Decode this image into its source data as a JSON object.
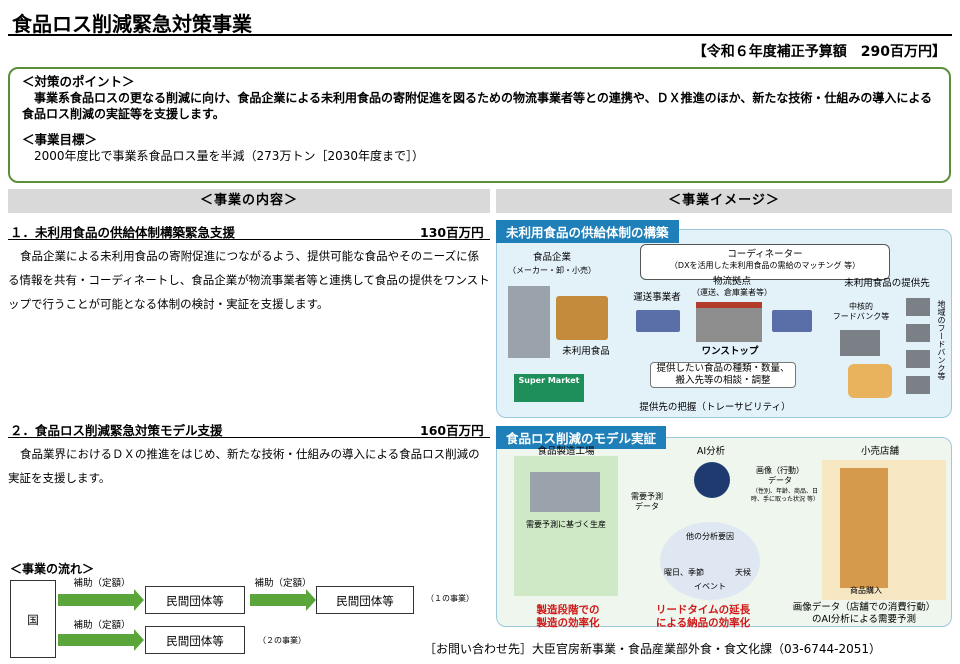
{
  "title": "食品ロス削減緊急対策事業",
  "budget": "【令和６年度補正予算額　290百万円】",
  "policy": {
    "point_heading": "＜対策のポイント＞",
    "point_body": "事業系食品ロスの更なる削減に向け、食品企業による未利用食品の寄附促進を図るための物流事業者等との連携や、ＤＸ推進のほか、新たな技術・仕組みの導入による食品ロス削減の実証等を支援します。",
    "goal_heading": "＜事業目標＞",
    "goal_body": "2000年度比で事業系食品ロス量を半減（273万トン［2030年度まで］）"
  },
  "left_head": "＜事業の内容＞",
  "right_head": "＜事業イメージ＞",
  "item1": {
    "title": "１．未利用食品の供給体制構築緊急支援",
    "amount": "130百万円",
    "body": "食品企業による未利用食品の寄附促進につながるよう、提供可能な食品やそのニーズに係る情報を共有・コーディネートし、食品企業が物流事業者等と連携して食品の提供をワンストップで行うことが可能となる体制の検討・実証を支援します。"
  },
  "item2": {
    "title": "２．食品ロス削減緊急対策モデル支援",
    "amount": "160百万円",
    "body": "食品業界におけるＤＸの推進をはじめ、新たな技術・仕組みの導入による食品ロス削減の実証を支援します。"
  },
  "flow": {
    "heading": "＜事業の流れ＞",
    "country": "国",
    "subsidy1": "補助（定額）",
    "subsidy2": "補助（定額）",
    "subsidy3": "補助（定額）",
    "org1": "民間団体等",
    "org2": "民間団体等",
    "org3": "民間団体等",
    "note1": "（１の事業）",
    "note2": "（２の事業）"
  },
  "panel1": {
    "tag": "未利用食品の供給体制の構築",
    "coordinator": "コーディネーター",
    "coordinator_sub": "（DXを活用した未利用食品の需給のマッチング 等）",
    "food_company": "食品企業",
    "food_company_sub": "（メーカー・卸・小売）",
    "transport": "運送事業者",
    "hub": "物流拠点",
    "hub_sub": "（運送、倉庫業者等）",
    "recipients": "未利用食品の提供先",
    "core_foodbank": "中核的\nフードバンク等",
    "regional_foodbank": "地域のフードバンク等",
    "unused_food": "未利用食品",
    "one_stop": "ワンストップ",
    "consult": "提供したい食品の種類・数量、\n搬入先等の相談・調整",
    "traceability": "提供先の把握（トレーサビリティ）",
    "supermarket": "Super Market"
  },
  "panel2": {
    "tag": "食品ロス削減のモデル実証",
    "factory": "食品製造工場",
    "ai": "AI分析",
    "store": "小売店舗",
    "demand_data": "需要予測\nデータ",
    "image_data": "画像（行動）\nデータ",
    "image_data_sub": "（性別、年齢、商品、日\n時、手に取った状況 等）",
    "production": "需要予測に基づく生産",
    "other_data": "他の分析要因",
    "weekday": "曜日、季節",
    "event": "イベント",
    "weather": "天候",
    "purchase": "商品購入",
    "note_factory": "製造段階での\n製造の効率化",
    "note_leadtime": "リードタイムの延長\nによる納品の効率化",
    "note_store": "画像データ（店舗での消費行動）\nのAI分析による需要予測"
  },
  "contact": "［お問い合わせ先］大臣官房新事業・食品産業部外食・食文化課（03-6744-2051）",
  "colors": {
    "frame_green": "#5b8f3a",
    "panel_blue": "#1f7fb8",
    "panel_bg": "#e3f2f9",
    "note_red": "#d01818"
  }
}
